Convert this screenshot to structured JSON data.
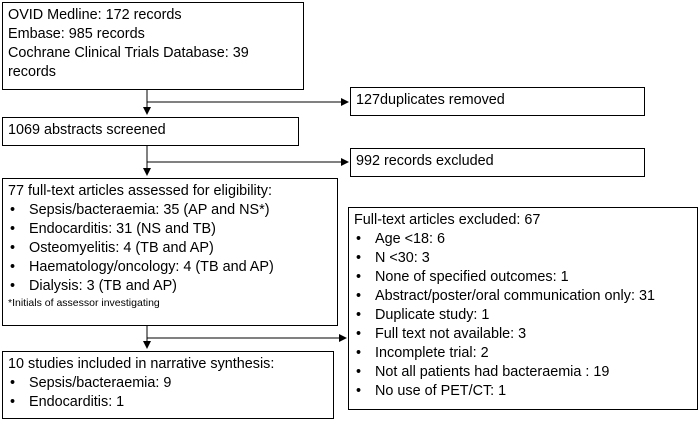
{
  "sources": {
    "lines": [
      "OVID Medline: 172 records",
      "Embase: 985 records",
      "Cochrane Clinical Trials Database: 39",
      "records"
    ]
  },
  "duplicates": {
    "text": "127duplicates removed"
  },
  "screened": {
    "text": "1069 abstracts screened"
  },
  "excluded_records": {
    "text": "992 records excluded"
  },
  "eligibility": {
    "title": "77 full-text articles assessed for eligibility:",
    "items": [
      "Sepsis/bacteraemia: 35 (AP and NS*)",
      "Endocarditis: 31 (NS and TB)",
      "Osteomyelitis: 4 (TB and AP)",
      "Haematology/oncology: 4 (TB and AP)",
      "Dialysis: 3 (TB and AP)"
    ],
    "note": "*Initials of assessor investigating"
  },
  "fulltext_excluded": {
    "title": "Full-text articles excluded: 67",
    "items": [
      "Age <18: 6",
      "N <30:  3",
      "None of specified outcomes: 1",
      "Abstract/poster/oral communication only: 31",
      "Duplicate study: 1",
      "Full text not available: 3",
      "Incomplete trial: 2",
      "Not all patients had bacteraemia : 19",
      "No use of PET/CT: 1"
    ]
  },
  "included": {
    "title": "10 studies included in narrative synthesis:",
    "items": [
      "Sepsis/bacteraemia: 9",
      "Endocarditis: 1"
    ]
  }
}
